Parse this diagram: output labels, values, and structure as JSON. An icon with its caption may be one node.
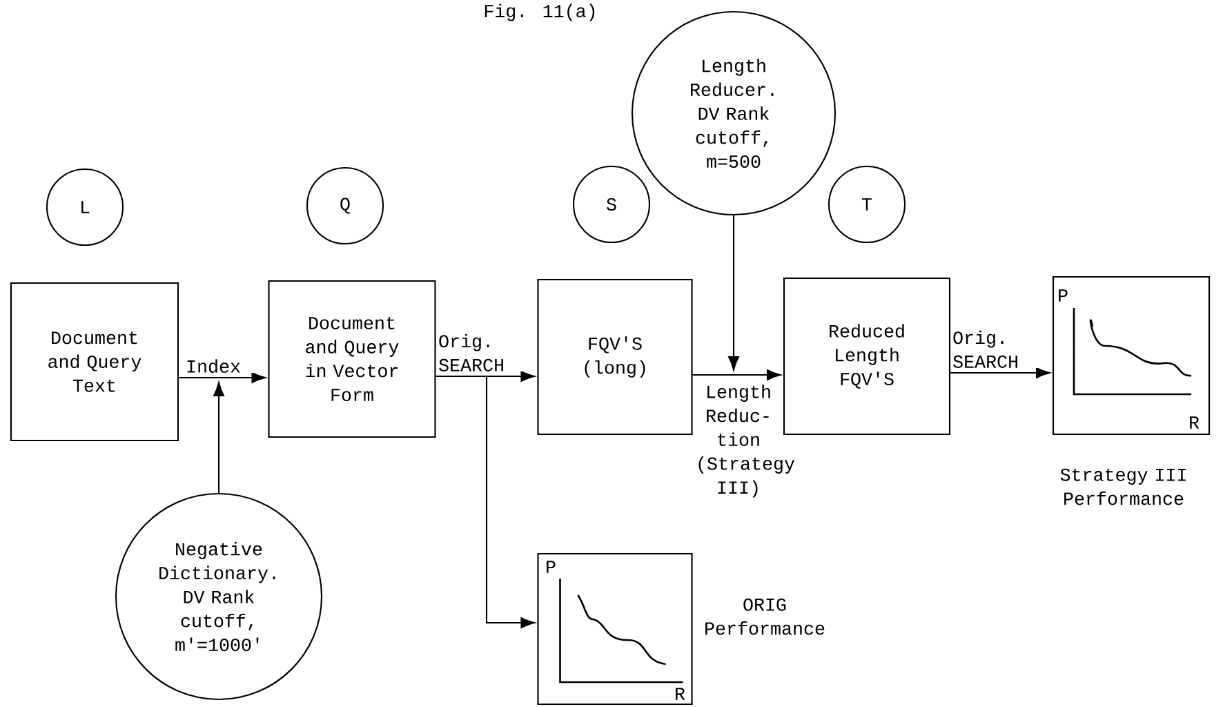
{
  "diagram": {
    "title": "Fig. 11(a)",
    "nodes": [
      {
        "text": [
          "L"
        ]
      },
      {
        "text": [
          "Q"
        ]
      },
      {
        "text": [
          "S"
        ]
      },
      {
        "text": [
          "T"
        ]
      },
      {
        "text": [
          "Length Reducer. DV Rank cutoff, m=500"
        ]
      },
      {
        "text": [
          "Document and Query Text"
        ]
      },
      {
        "text": [
          "Document and Query in Vector Form"
        ]
      },
      {
        "text": [
          "FQV'S (long)"
        ]
      },
      {
        "text": [
          "Reduced Length FQV'S"
        ]
      },
      {
        "text": [],
        "shape": "picture",
        "beside": [
          "Strategy III Performance"
        ]
      },
      {
        "text": [],
        "shape": "picture",
        "beside": [
          "ORIG Performance"
        ]
      },
      {
        "text": [
          "Negative Dictionary. DV Rank cutoff, m'=1000'"
        ]
      }
    ],
    "edges": [
      {
        "from": 5,
        "to": 6,
        "arrow": "to",
        "label": "Index"
      },
      {
        "from": 11,
        "to": null,
        "arrow": "to"
      },
      {
        "from": 6,
        "to": 7,
        "arrow": "to",
        "label": "Orig. SEARCH"
      },
      {
        "from": 6,
        "to": 10,
        "arrow": "to"
      },
      {
        "from": 7,
        "to": 8,
        "arrow": "to",
        "label": "Length Reduc- tion (Strategy III)"
      },
      {
        "from": 4,
        "to": null,
        "arrow": "to"
      },
      {
        "from": 8,
        "to": 9,
        "arrow": "to",
        "label": "Orig. SEARCH"
      }
    ],
    "labels": [
      "P",
      "R",
      "P",
      "R"
    ]
  }
}
